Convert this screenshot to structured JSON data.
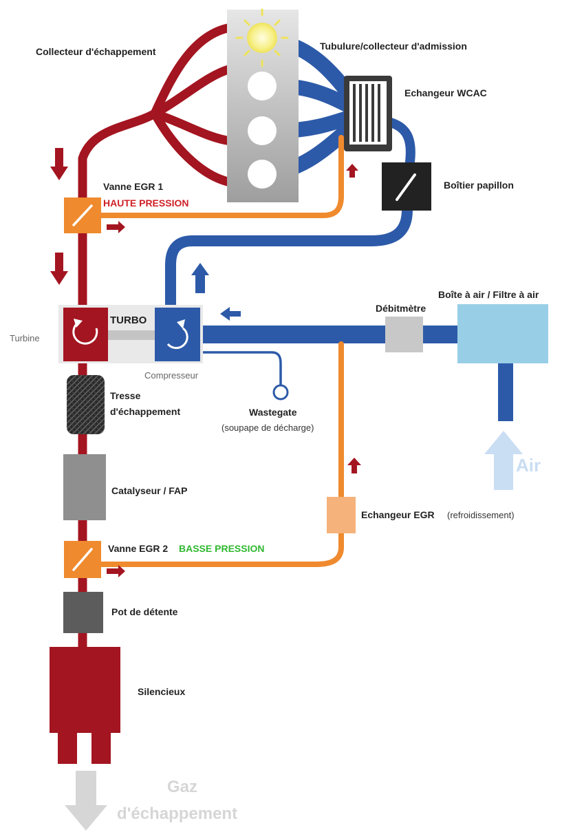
{
  "colors": {
    "exhaust": "#a31520",
    "intake": "#2d5aa8",
    "egr": "#ef8a2e",
    "egr_valve": "#ef8a2e",
    "egr_cooler": "#f5b27a",
    "engine": "#b8b8b8",
    "airbox": "#98cfe6",
    "airflow_arrow": "#c9ddf3",
    "gas_arrow": "#d6d6d6",
    "throttle": "#222222",
    "catalyst": "#8f8f8f",
    "resonator": "#5c5c5c",
    "haute_pression": "#d01f25",
    "basse_pression": "#2fb82f"
  },
  "labels": {
    "collecteur_echappement": "Collecteur d'échappement",
    "tubulure_admission": "Tubulure/collecteur d'admission",
    "echangeur_wcac": "Echangeur WCAC",
    "boitier_papillon": "Boîtier papillon",
    "vanne_egr1": "Vanne EGR 1",
    "haute_pression": "HAUTE PRESSION",
    "turbo": "TURBO",
    "turbine": "Turbine",
    "compresseur": "Compresseur",
    "debitmetre": "Débitmètre",
    "boite_air": "Boîte à air / Filtre à air",
    "tresse_line1": "Tresse",
    "tresse_line2": "d'échappement",
    "wastegate": "Wastegate",
    "wastegate_sub": "(soupape de décharge)",
    "air": "Air",
    "catalyseur": "Catalyseur / FAP",
    "echangeur_egr": "Echangeur EGR",
    "echangeur_egr_note": "(refroidissement)",
    "vanne_egr2": "Vanne EGR 2",
    "basse_pression": "BASSE PRESSION",
    "pot_detente": "Pot de détente",
    "silencieux": "Silencieux",
    "gaz_line1": "Gaz",
    "gaz_line2": "d'échappement"
  }
}
